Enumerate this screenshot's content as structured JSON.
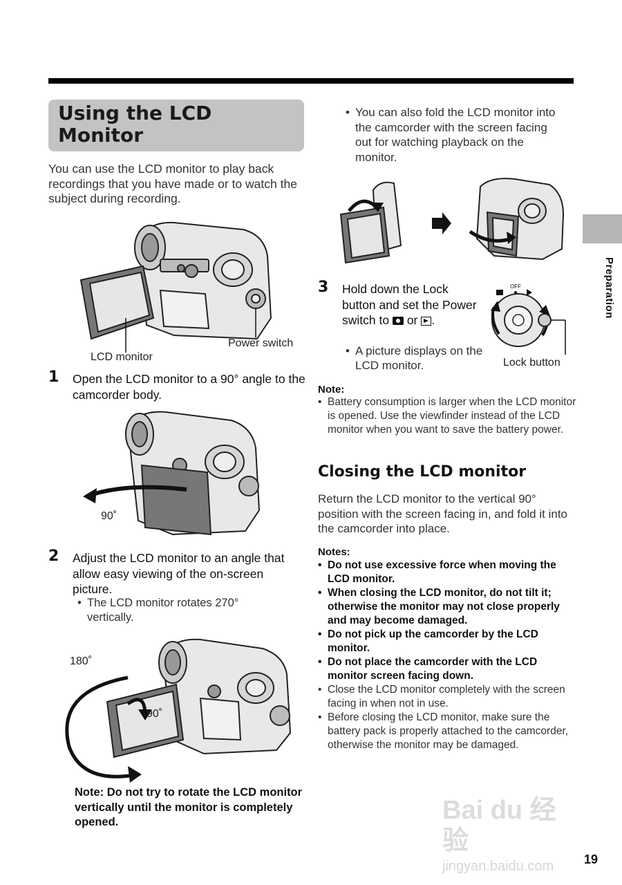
{
  "page": {
    "section_title": "Using the LCD Monitor",
    "side_tab": "Preparation",
    "page_number": "19",
    "intro": "You can use the LCD monitor to play back recordings that you have made or to watch the subject during recording."
  },
  "figure1": {
    "label_lcd": "LCD monitor",
    "label_power": "Power switch"
  },
  "step1": {
    "num": "1",
    "text": "Open the LCD monitor to a 90° angle to the camcorder body."
  },
  "figure2": {
    "angle": "90˚"
  },
  "step2": {
    "num": "2",
    "text": "Adjust the LCD monitor to an angle that allow easy viewing of the on-screen picture.",
    "bullet": "The LCD monitor rotates 270° vertically."
  },
  "figure3": {
    "angle_outer": "180˚",
    "angle_inner": "90˚"
  },
  "left_note": "Note: Do not try to rotate the LCD monitor vertically until the monitor is completely opened.",
  "right_top_bullet": "You can also fold the LCD monitor into the camcorder with the screen facing out for watching playback on the monitor.",
  "step3": {
    "num": "3",
    "text_a": "Hold down the Lock button and set the Power switch to",
    "text_or": "or",
    "bullet": "A picture displays on the LCD monitor.",
    "label_lock": "Lock button",
    "dial_off": "OFF"
  },
  "note1": {
    "head": "Note:",
    "text": "Battery consumption is larger when the LCD monitor is opened. Use the viewfinder instead of the LCD monitor when you want to save the battery power."
  },
  "closing": {
    "heading": "Closing the LCD monitor",
    "text": "Return the LCD monitor to the vertical 90° position with the screen facing in, and fold it into the camcorder into place."
  },
  "notes2": {
    "head": "Notes:",
    "bold_items": [
      "Do not use excessive force when moving the LCD monitor.",
      "When closing the LCD monitor, do not tilt it; otherwise the monitor may not close properly and may become damaged.",
      "Do not pick up the camcorder by the LCD monitor.",
      "Do not place the camcorder with the LCD monitor screen facing down."
    ],
    "items": [
      "Close the LCD monitor completely with the screen facing in when not in use.",
      "Before closing the LCD monitor, make sure the battery pack is properly attached to the camcorder, otherwise the monitor may be damaged."
    ]
  },
  "watermark": {
    "brand": "Bai du 经验",
    "url": "jingyan.baidu.com"
  }
}
